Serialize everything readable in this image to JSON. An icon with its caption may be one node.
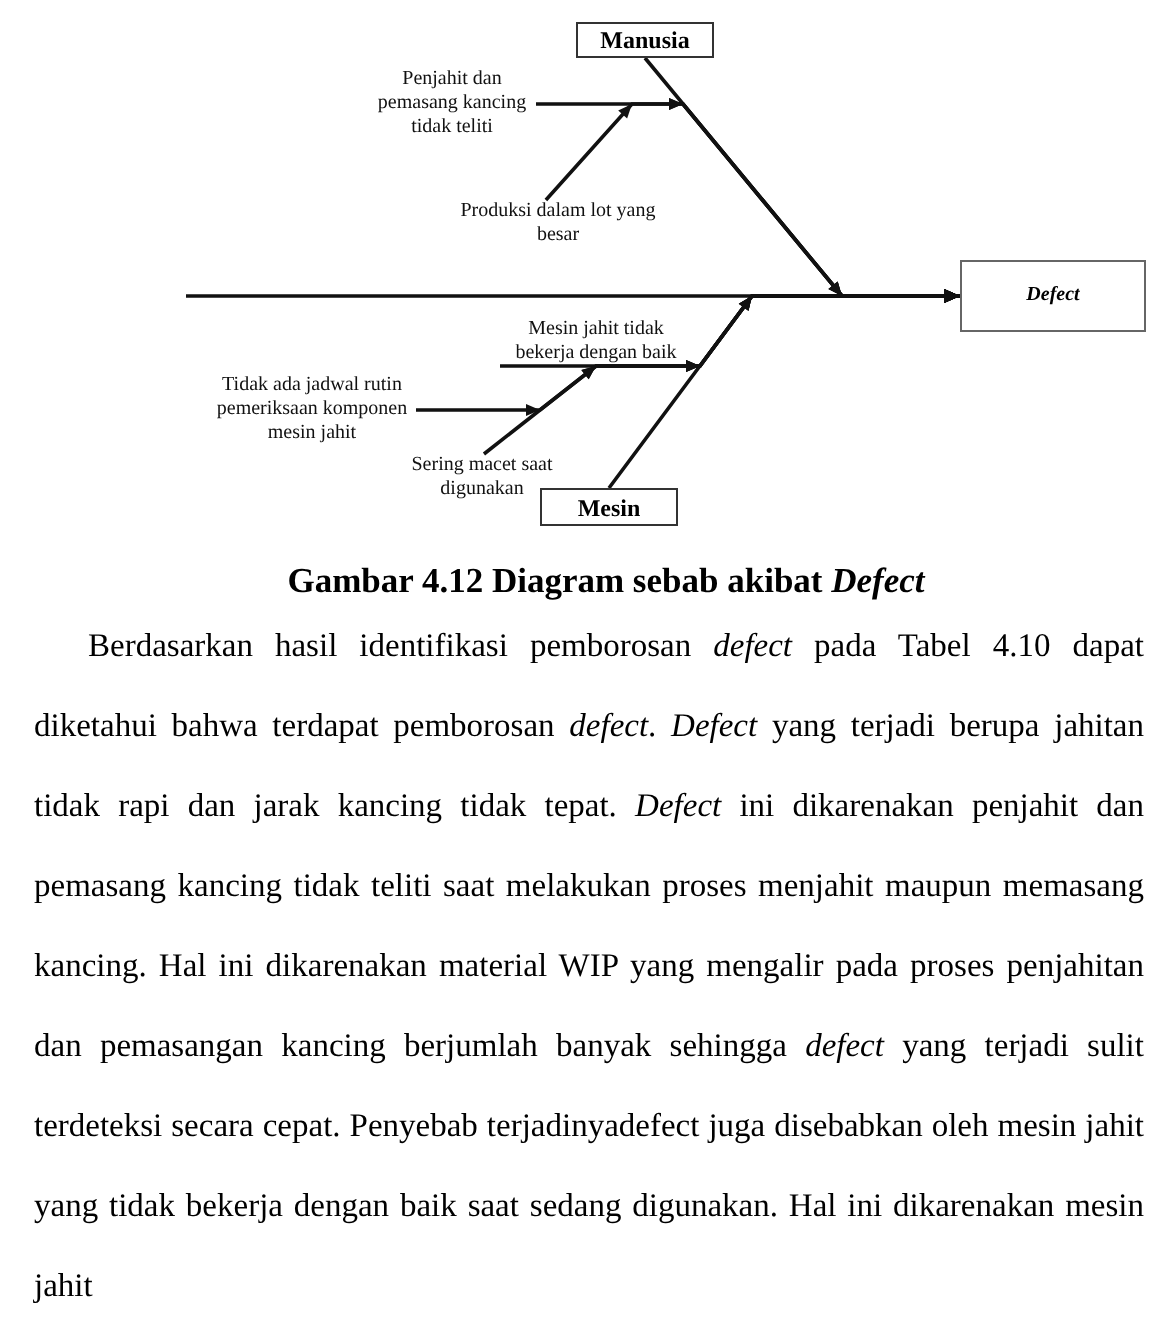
{
  "diagram": {
    "caption": "Gambar 4.12 Diagram sebab akibat *Defect*",
    "nodes": [
      {
        "text": [
          "Manusia"
        ]
      },
      {
        "text": [
          "Penjahit dan pemasang kancing tidak teliti"
        ]
      },
      {
        "text": [
          "Produksi dalam lot yang besar"
        ]
      },
      {
        "text": [
          "Defect"
        ]
      },
      {
        "text": [
          "Mesin jahit tidak bekerja dengan baik"
        ]
      },
      {
        "text": [
          "Tidak ada jadwal rutin pemeriksaan komponen mesin jahit"
        ]
      },
      {
        "text": [
          "Sering macet saat digunakan"
        ]
      },
      {
        "text": [
          "Mesin"
        ]
      }
    ],
    "edges": [
      {
        "from": null,
        "to": 3,
        "arrow": "to"
      },
      {
        "from": 0,
        "to": 3,
        "arrow": "to"
      },
      {
        "from": 1,
        "to": 3,
        "arrow": "to"
      },
      {
        "from": 2,
        "to": 3,
        "arrow": "to"
      },
      {
        "from": 7,
        "to": 3,
        "arrow": "to"
      },
      {
        "from": 4,
        "to": 3,
        "arrow": "to"
      },
      {
        "from": 6,
        "to": 3,
        "arrow": "to"
      },
      {
        "from": 5,
        "to": 3,
        "arrow": "to"
      }
    ],
    "labels": [
      "Berdasarkan hasil identifikasi pemborosan *defect* pada Tabel 4.10 dapat diketahui bahwa terdapat pemborosan *defect*. *Defect* yang terjadi berupa jahitan tidak rapi dan jarak kancing tidak tepat. *Defect* ini dikarenakan penjahit dan pemasang kancing tidak teliti saat melakukan proses menjahit maupun memasang kancing. Hal ini dikarenakan material WIP yang mengalir pada proses penjahitan dan pemasangan kancing berjumlah banyak sehingga *defect* yang terjadi sulit terdeteksi secara cepat. Penyebab terjadinyadefect juga disebabkan oleh mesin jahit yang tidak bekerja dengan baik saat sedang digunakan. Hal ini dikarenakan mesin jahit"
    ]
  }
}
